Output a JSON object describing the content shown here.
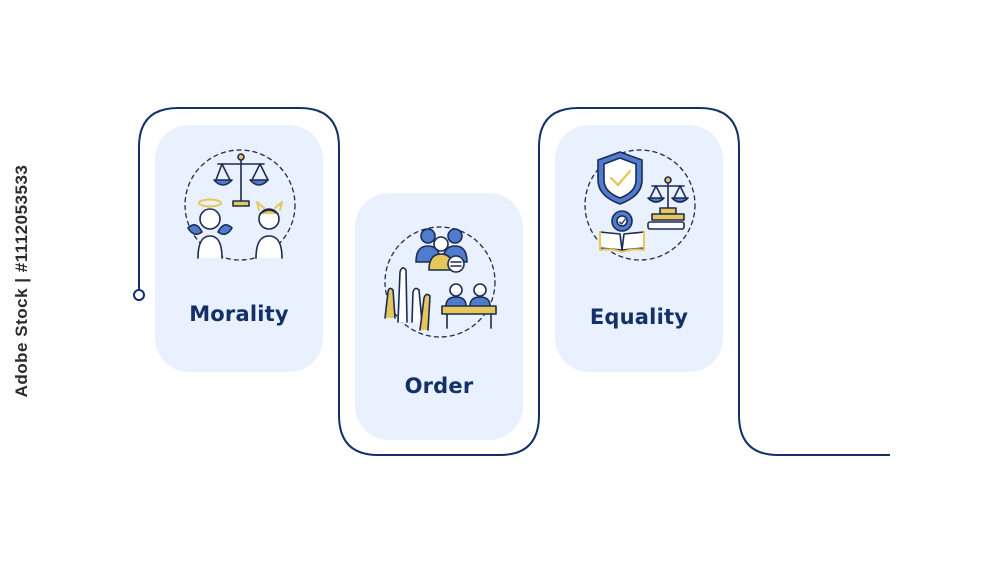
{
  "cards": [
    {
      "label": "Morality"
    },
    {
      "label": "Order"
    },
    {
      "label": "Equality"
    }
  ],
  "stock_id": "Adobe Stock | #1112053533",
  "colors": {
    "line": "#13306a",
    "card_fill": "#e8f1fd",
    "icon_accent": "#e6c75a",
    "icon_blue": "#4f7ccc",
    "icon_stroke": "#1d2b55"
  }
}
